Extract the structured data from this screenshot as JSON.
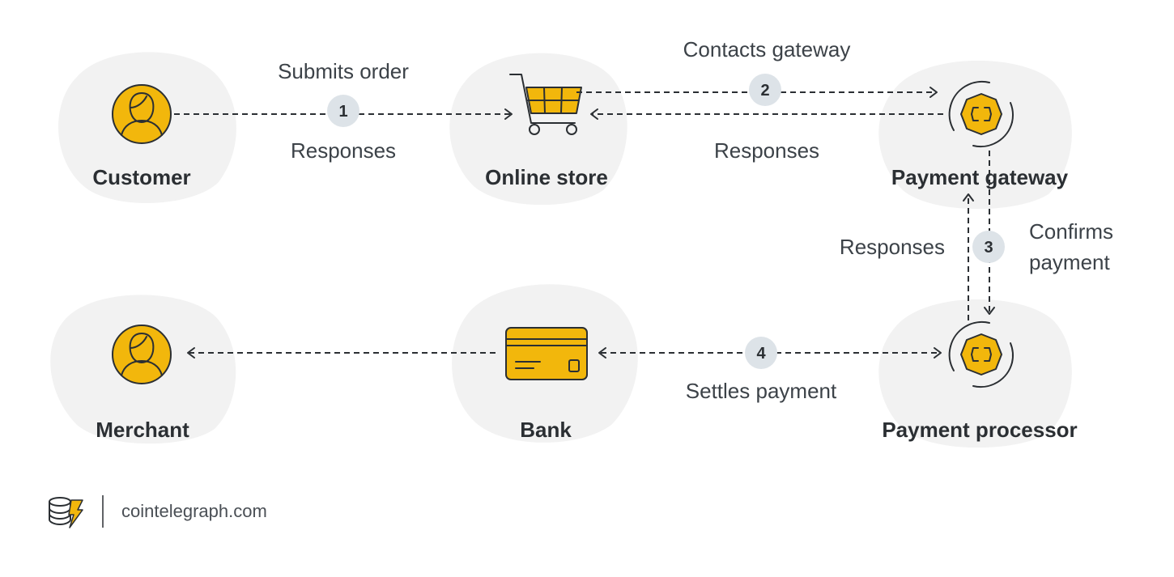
{
  "nodes": {
    "customer": "Customer",
    "online_store": "Online store",
    "payment_gateway": "Payment gateway",
    "merchant": "Merchant",
    "bank": "Bank",
    "payment_processor": "Payment processor"
  },
  "edges": {
    "step1": {
      "number": "1",
      "label": "Submits order",
      "response": "Responses"
    },
    "step2": {
      "number": "2",
      "label": "Contacts gateway",
      "response": "Responses"
    },
    "step3": {
      "number": "3",
      "label_line1": "Confirms",
      "label_line2": "payment",
      "response": "Responses"
    },
    "step4": {
      "number": "4",
      "label": "Settles payment"
    }
  },
  "footer": {
    "brand": "cointelegraph.com"
  },
  "colors": {
    "accent": "#f2b70c",
    "badge": "#dde3e8",
    "blob": "#f2f2f2",
    "ink": "#2b2f33"
  },
  "icons": {
    "customer": "person-icon",
    "merchant": "person-icon",
    "online_store": "shopping-cart-icon",
    "payment_gateway": "cycle-coin-icon",
    "payment_processor": "cycle-coin-icon",
    "bank": "credit-card-icon",
    "footer": "cointelegraph-logo-icon"
  }
}
